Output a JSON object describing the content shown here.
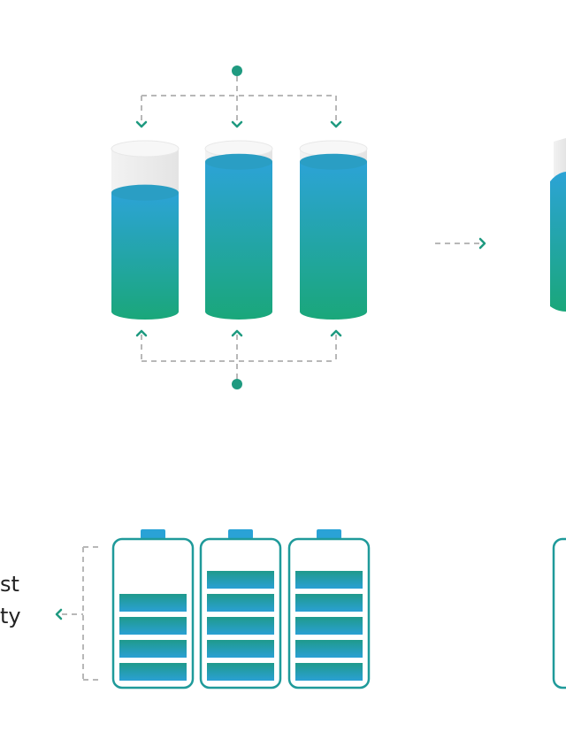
{
  "side_label": {
    "line1": "st",
    "line2": "ty"
  },
  "colors": {
    "liquid_top": "#2ca3d6",
    "liquid_bottom": "#1aa77a",
    "connector": "#1f9a80",
    "dashed_line": "#b8b8b8",
    "cylinder_empty": "#ececec",
    "battery_outline": "#1f9a9a",
    "battery_terminal": "#2aa2d6"
  },
  "tanks": [
    {
      "fill_level": 0.73
    },
    {
      "fill_level": 0.92
    },
    {
      "fill_level": 0.92
    }
  ],
  "batteries": [
    {
      "charged_bars": 4,
      "total_bars": 5
    },
    {
      "charged_bars": 5,
      "total_bars": 5
    },
    {
      "charged_bars": 5,
      "total_bars": 5
    }
  ]
}
